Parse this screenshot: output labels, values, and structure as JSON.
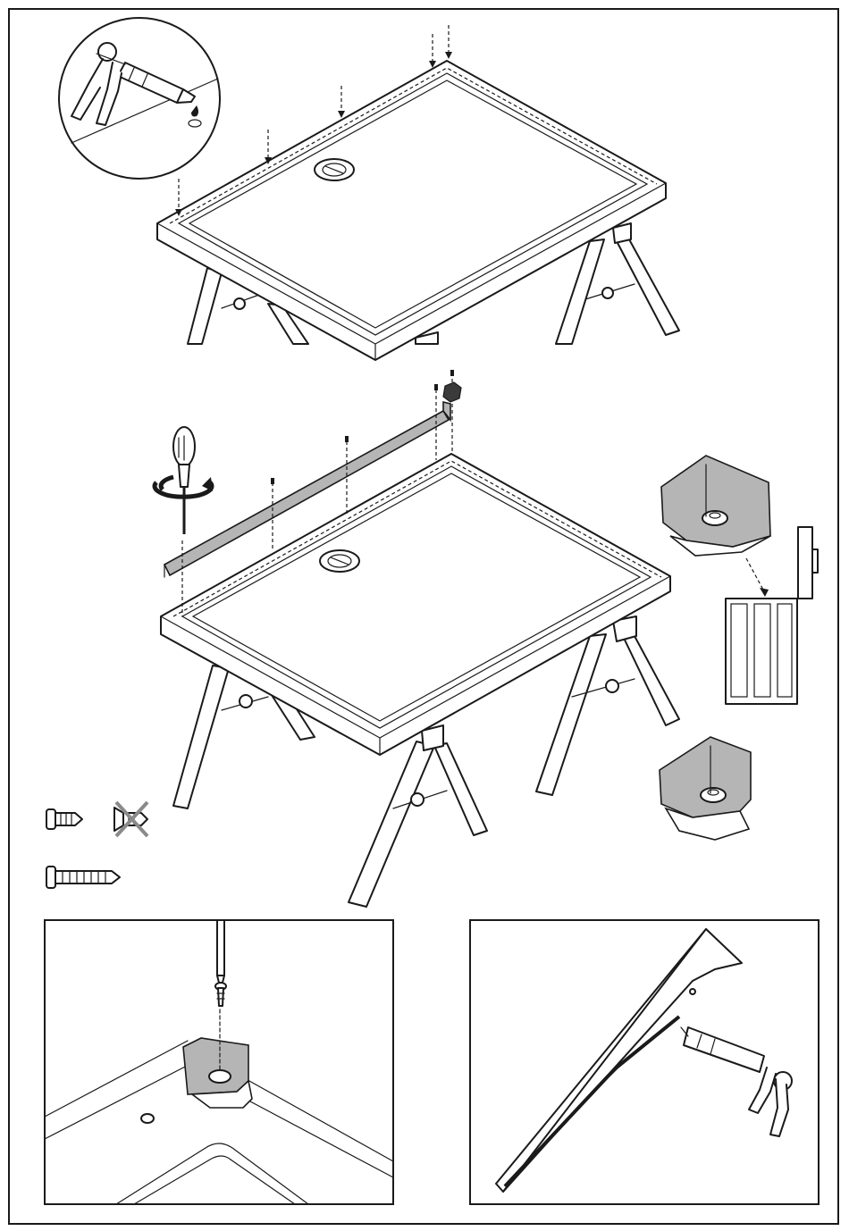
{
  "page": {
    "kind": "assembly-instruction-sheet"
  },
  "steps": [
    {
      "id": "apply-sealant-to-tray-rim",
      "icons": [
        "caulking-gun-icon",
        "sealant-drop-icon"
      ]
    },
    {
      "id": "fix-wall-angle-and-corner-bracket",
      "icons": [
        "screwdriver-icon",
        "rotate-arrow-icon",
        "screw-icon"
      ]
    },
    {
      "id": "detail-screw-corner-bracket",
      "icons": [
        "screwdriver-icon",
        "screw-icon"
      ]
    },
    {
      "id": "detail-seal-angle-profile",
      "icons": [
        "caulking-gun-icon"
      ]
    }
  ],
  "hardware": [
    {
      "name": "short-pan-head-screw",
      "allowed": true
    },
    {
      "name": "short-countersunk-screw",
      "allowed": false
    },
    {
      "name": "long-pan-head-screw",
      "allowed": true
    }
  ],
  "colors": {
    "line": "#1a1a1a",
    "part_fill": "#b5b5b5",
    "cross_out": "#8a8a8a",
    "paper": "#ffffff"
  }
}
